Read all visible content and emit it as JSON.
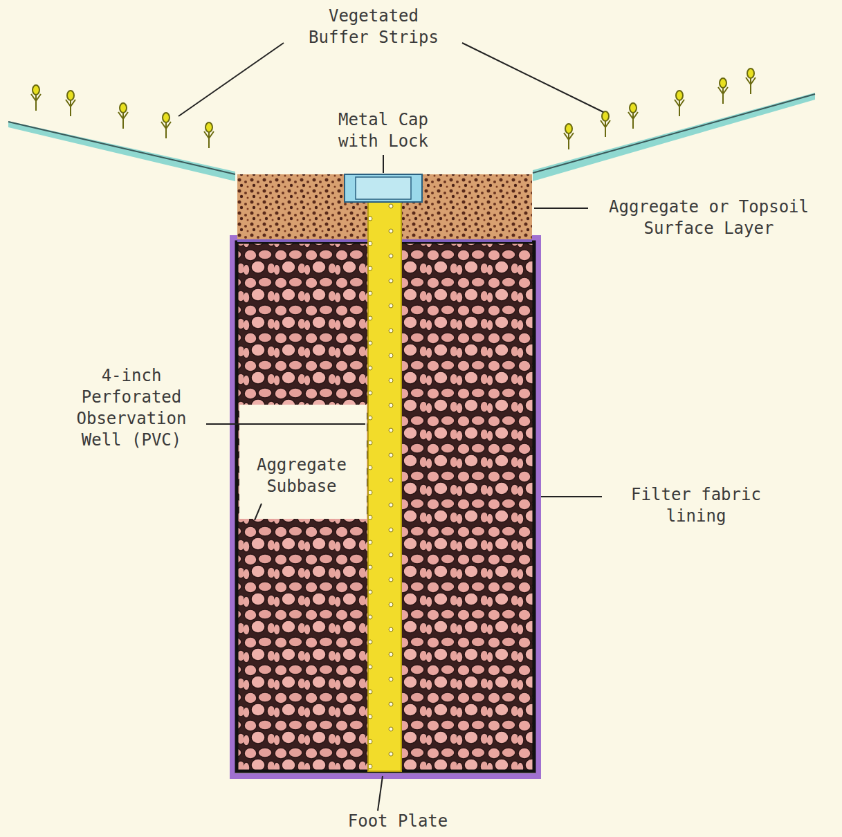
{
  "diagram": {
    "labels": [
      "Vegetated Buffer Strips",
      "Metal Cap with Lock",
      "Aggregate or Topsoil Surface Layer",
      "4-inch Perforated Observation Well (PVC)",
      "Aggregate Subbase",
      "Filter fabric lining",
      "Foot Plate"
    ]
  }
}
